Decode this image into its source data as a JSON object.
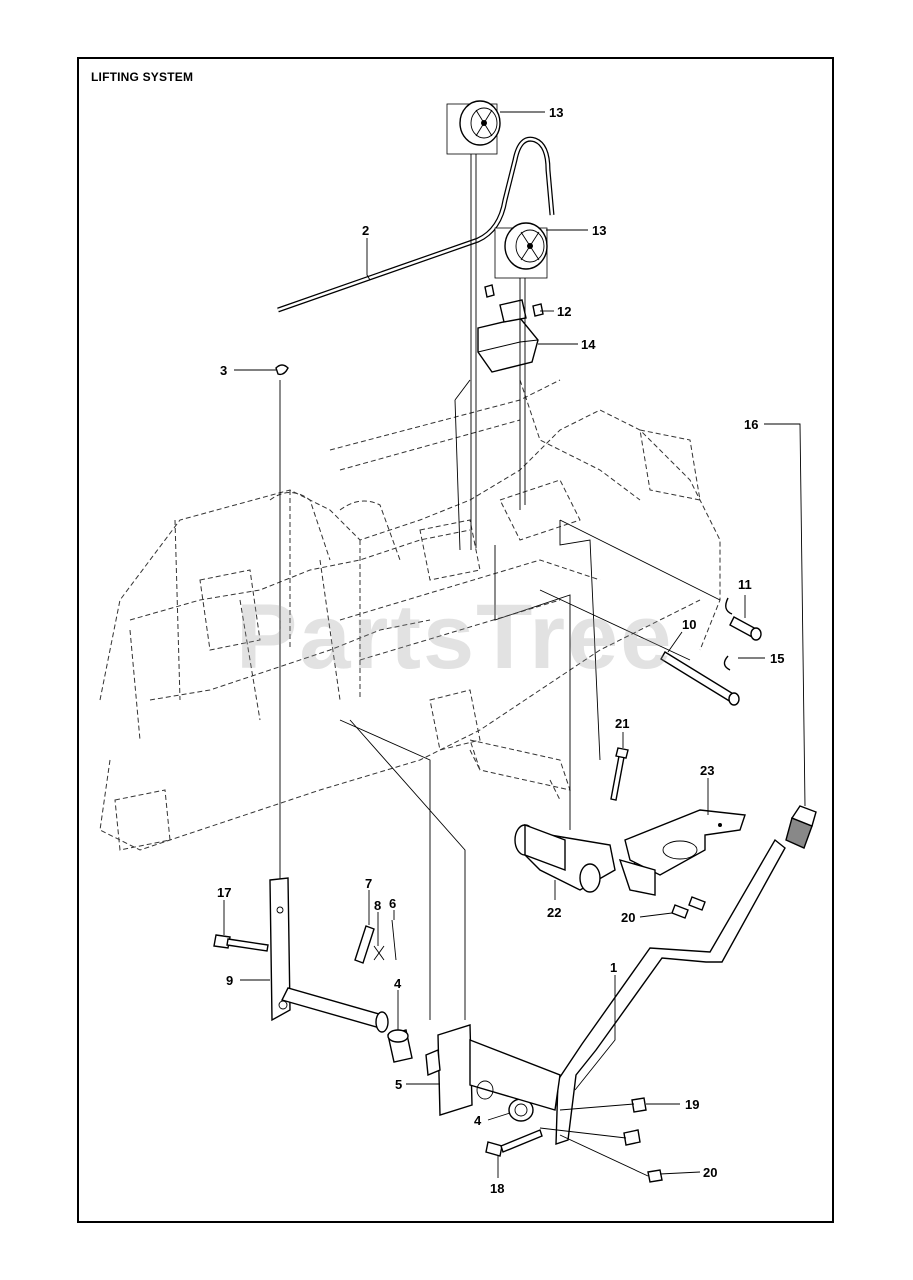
{
  "section_title": "LIFTING SYSTEM",
  "watermark": "PartsTree",
  "callouts": [
    {
      "id": "13a",
      "label": "13"
    },
    {
      "id": "13b",
      "label": "13"
    },
    {
      "id": "2",
      "label": "2"
    },
    {
      "id": "12",
      "label": "12"
    },
    {
      "id": "14",
      "label": "14"
    },
    {
      "id": "3",
      "label": "3"
    },
    {
      "id": "11",
      "label": "11"
    },
    {
      "id": "10",
      "label": "10"
    },
    {
      "id": "15",
      "label": "15"
    },
    {
      "id": "21",
      "label": "21"
    },
    {
      "id": "23",
      "label": "23"
    },
    {
      "id": "16",
      "label": "16"
    },
    {
      "id": "22",
      "label": "22"
    },
    {
      "id": "20a",
      "label": "20"
    },
    {
      "id": "17",
      "label": "17"
    },
    {
      "id": "7",
      "label": "7"
    },
    {
      "id": "8",
      "label": "8"
    },
    {
      "id": "6",
      "label": "6"
    },
    {
      "id": "9",
      "label": "9"
    },
    {
      "id": "1",
      "label": "1"
    },
    {
      "id": "4a",
      "label": "4"
    },
    {
      "id": "5",
      "label": "5"
    },
    {
      "id": "19",
      "label": "19"
    },
    {
      "id": "4b",
      "label": "4"
    },
    {
      "id": "18",
      "label": "18"
    },
    {
      "id": "20b",
      "label": "20"
    }
  ]
}
